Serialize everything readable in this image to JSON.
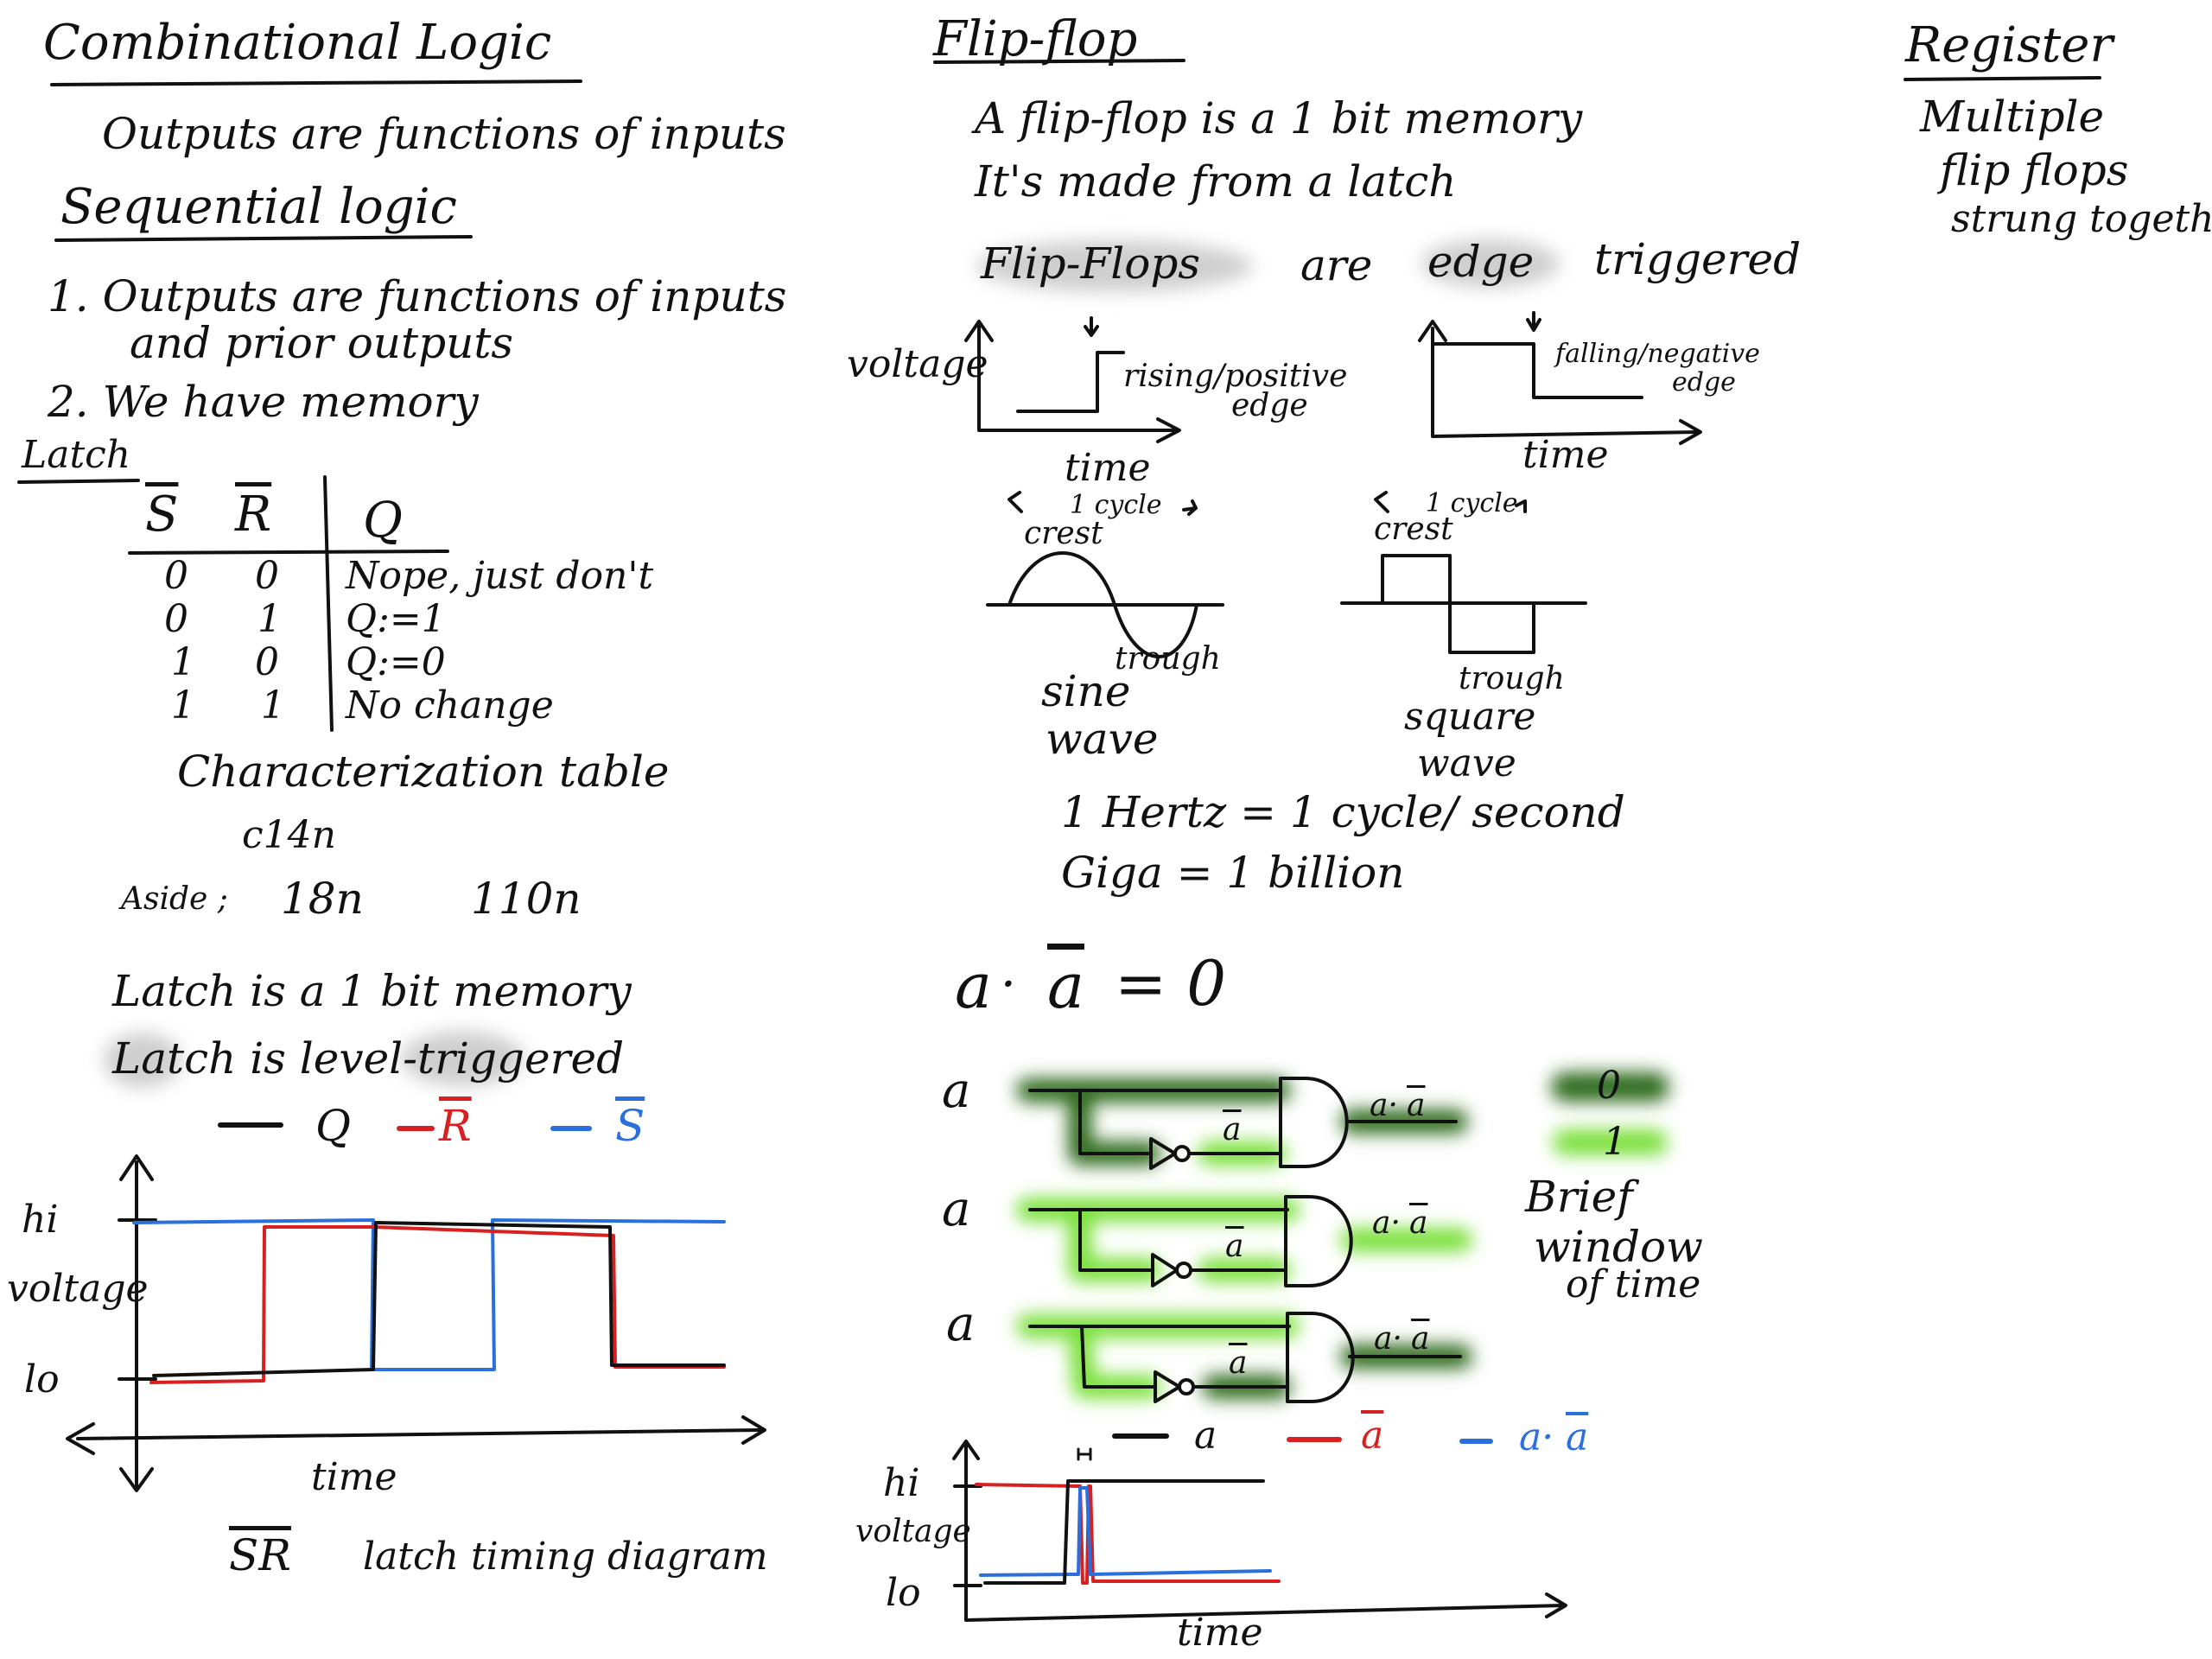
{
  "colors": {
    "ink": "#111111",
    "red": "#d82020",
    "blue": "#2a6fdb",
    "dark_green": "#2e6b1e",
    "light_green": "#7ae03a",
    "highlight_gray": "#d0d0d0"
  },
  "left": {
    "comb_title": "Combinational Logic",
    "comb_desc": "Outputs are functions of inputs",
    "seq_title": "Sequential logic",
    "seq_1a": "1. Outputs are functions of inputs",
    "seq_1b": "and prior outputs",
    "seq_2": "2. We have memory",
    "latch_title": "Latch",
    "table": {
      "headers": [
        "S",
        "R",
        "Q"
      ],
      "rows": [
        [
          "0",
          "0",
          "Nope, just don't"
        ],
        [
          "0",
          "1",
          "Q:=1"
        ],
        [
          "1",
          "0",
          "Q:=0"
        ],
        [
          "1",
          "1",
          "No change"
        ]
      ]
    },
    "char_table": "Characterization table",
    "c14n": "c14n",
    "aside_label": "Aside ;",
    "aside_1": "18n",
    "aside_2": "110n",
    "latch_mem": "Latch is a 1 bit memory",
    "latch_level": "Latch is level-triggered",
    "legend": {
      "q": "Q",
      "r": "R",
      "s": "S"
    },
    "hi": "hi",
    "lo": "lo",
    "voltage": "voltage",
    "time": "time",
    "diagram_label_sr": "SR",
    "diagram_label_rest": "latch timing diagram"
  },
  "middle": {
    "ff_title": "Flip-flop",
    "ff_1": "A flip-flop is a 1 bit memory",
    "ff_2": "It's made from a latch",
    "ff_3a": "Flip-Flops",
    "ff_3b": "are",
    "ff_3c": "edge",
    "ff_3d": "triggered",
    "voltage": "voltage",
    "rising": "rising/positive",
    "rising_edge": "edge",
    "falling": "falling/negative",
    "falling_edge": "edge",
    "time1": "time",
    "time2": "time",
    "cycle1": "1 cycle",
    "crest1": "crest",
    "trough1": "trough",
    "sine": "sine",
    "wave1": "wave",
    "cycle2": "1 cycle",
    "crest2": "crest",
    "trough2": "trough",
    "square": "square",
    "wave2": "wave",
    "hertz": "1 Hertz = 1 cycle/ second",
    "giga": "Giga = 1 billion",
    "eq": "a·a = 0",
    "eq_a": "a",
    "eq_abar": "a",
    "eq_rest": "= 0",
    "a_label": "a",
    "abar": "a",
    "aabar_a": "a·",
    "aabar_b": "a",
    "legend2": {
      "a": "a",
      "abar": "a",
      "aabar_a": "a·",
      "aabar_b": "a"
    },
    "hi": "hi",
    "lo": "lo",
    "voltage2": "voltage",
    "time3": "time"
  },
  "right": {
    "reg_title": "Register",
    "reg_1": "Multiple",
    "reg_2": "flip flops",
    "reg_3": "strung together",
    "zero": "0",
    "one": "1",
    "brief_1": "Brief",
    "brief_2": "window",
    "brief_3": "of time"
  }
}
